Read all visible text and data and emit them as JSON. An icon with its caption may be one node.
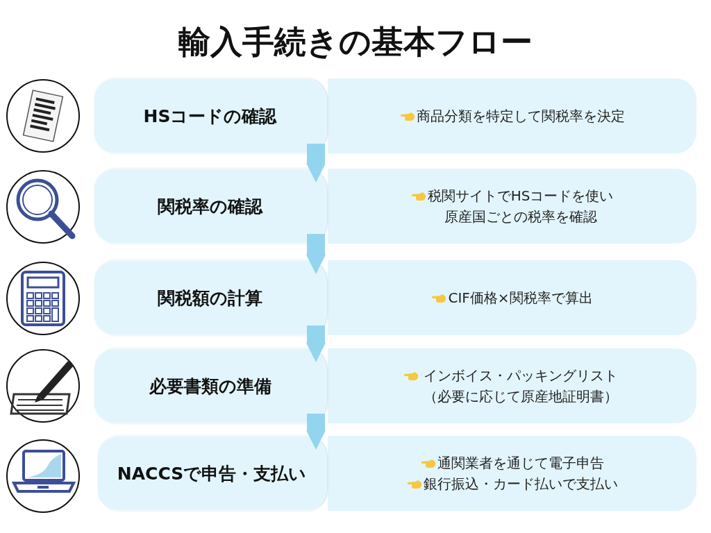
{
  "diagram": {
    "title": "輸入手続きの基本フロー",
    "nodes": [
      {
        "text": [
          "HSコードの確認"
        ]
      },
      {
        "text": [
          "商品分類を特定して関税率を決定"
        ]
      },
      {
        "text": [
          "関税率の確認"
        ]
      },
      {
        "text": [
          "税関サイトでHSコードを使い原産国ごとの税率を確認"
        ]
      },
      {
        "text": [
          "関税額の計算"
        ]
      },
      {
        "text": [
          "CIF価格×関税率で算出"
        ]
      },
      {
        "text": [
          "必要書類の準備"
        ]
      },
      {
        "text": [
          "インボイス・パッキングリスト（必要に応じて原産地証明書）"
        ]
      },
      {
        "text": [
          "NACCSで申告・支払い"
        ]
      },
      {
        "text": [
          "通関業者を通じて電子申告",
          "銀行振込・カード払いで支払い"
        ]
      }
    ],
    "edges": [
      {
        "from": 0,
        "to": 2,
        "arrow": "to"
      },
      {
        "from": 2,
        "to": 4,
        "arrow": "to"
      },
      {
        "from": 4,
        "to": 6,
        "arrow": "to"
      },
      {
        "from": 6,
        "to": 8,
        "arrow": "to"
      }
    ]
  }
}
